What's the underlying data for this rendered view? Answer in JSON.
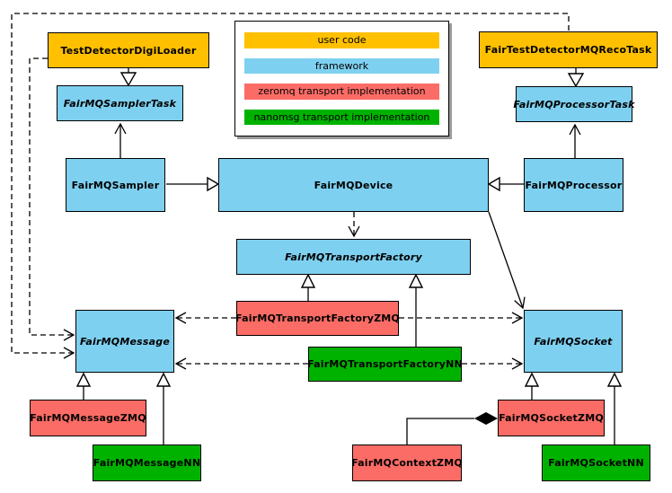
{
  "legend": {
    "items": [
      {
        "label": "user code",
        "color": "#FFC000"
      },
      {
        "label": "framework",
        "color": "#7ED0F0"
      },
      {
        "label": "zeromq transport implementation",
        "color": "#FB6C66"
      },
      {
        "label": "nanomsg transport implementation",
        "color": "#00B200"
      }
    ]
  },
  "nodes": {
    "test_detector_digi_loader": {
      "label": "TestDetectorDigiLoader",
      "color": "#FFC000",
      "abstract": false
    },
    "fair_test_detector_mq_reco_task": {
      "label": "FairTestDetectorMQRecoTask",
      "color": "#FFC000",
      "abstract": false
    },
    "fair_mq_sampler_task": {
      "label": "FairMQSamplerTask",
      "color": "#7ED0F0",
      "abstract": true
    },
    "fair_mq_processor_task": {
      "label": "FairMQProcessorTask",
      "color": "#7ED0F0",
      "abstract": true
    },
    "fair_mq_sampler": {
      "label": "FairMQSampler",
      "color": "#7ED0F0",
      "abstract": false
    },
    "fair_mq_device": {
      "label": "FairMQDevice",
      "color": "#7ED0F0",
      "abstract": false
    },
    "fair_mq_processor": {
      "label": "FairMQProcessor",
      "color": "#7ED0F0",
      "abstract": false
    },
    "fair_mq_transport_factory": {
      "label": "FairMQTransportFactory",
      "color": "#7ED0F0",
      "abstract": true
    },
    "fair_mq_transport_factory_zmq": {
      "label": "FairMQTransportFactoryZMQ",
      "color": "#FB6C66",
      "abstract": false
    },
    "fair_mq_message": {
      "label": "FairMQMessage",
      "color": "#7ED0F0",
      "abstract": true
    },
    "fair_mq_transport_factory_nn": {
      "label": "FairMQTransportFactoryNN",
      "color": "#00B200",
      "abstract": false
    },
    "fair_mq_socket": {
      "label": "FairMQSocket",
      "color": "#7ED0F0",
      "abstract": true
    },
    "fair_mq_message_zmq": {
      "label": "FairMQMessageZMQ",
      "color": "#FB6C66",
      "abstract": false
    },
    "fair_mq_message_nn": {
      "label": "FairMQMessageNN",
      "color": "#00B200",
      "abstract": false
    },
    "fair_mq_context_zmq": {
      "label": "FairMQContextZMQ",
      "color": "#FB6C66",
      "abstract": false
    },
    "fair_mq_socket_zmq": {
      "label": "FairMQSocketZMQ",
      "color": "#FB6C66",
      "abstract": false
    },
    "fair_mq_socket_nn": {
      "label": "FairMQSocketNN",
      "color": "#00B200",
      "abstract": false
    }
  }
}
